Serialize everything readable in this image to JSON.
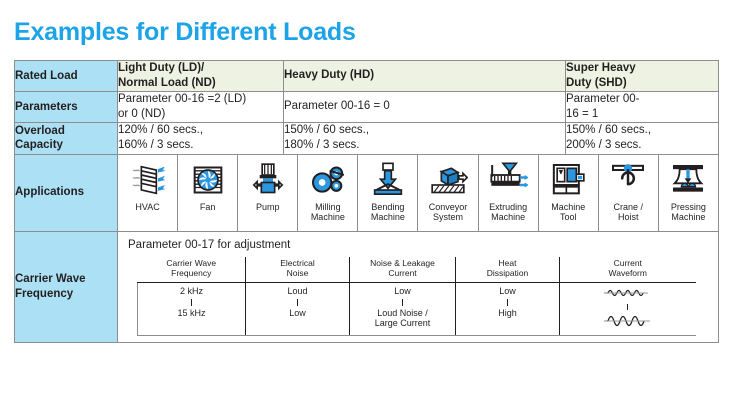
{
  "page": {
    "title": "Examples for Different Loads"
  },
  "colors": {
    "title_blue": "#1ca3e8",
    "label_blue": "#ace0f5",
    "header_cream": "#eef2e2",
    "icon_blue": "#2b97e0",
    "border": "#8d8d8d"
  },
  "table": {
    "columns": [
      {
        "label": "Rated Load"
      },
      {
        "label": "Light Duty (LD)/\nNormal Load (ND)"
      },
      {
        "label": "Heavy Duty (HD)"
      },
      {
        "label": "Super Heavy Duty (SHD)"
      }
    ],
    "header": {
      "row_label": "Rated Load",
      "ld_nd_line1": "Light Duty (LD)/",
      "ld_nd_line2": "Normal Load (ND)",
      "hd": "Heavy Duty (HD)",
      "shd_line1": "Super Heavy",
      "shd_line2": "Duty (SHD)"
    },
    "parameters": {
      "row_label": "Parameters",
      "ld_nd_line1": "Parameter 00-16 =2 (LD)",
      "ld_nd_line2": "or 0 (ND)",
      "hd": "Parameter 00-16 = 0",
      "shd_line1": "Parameter 00-",
      "shd_line2": "16 = 1"
    },
    "overload": {
      "row_label_line1": "Overload",
      "row_label_line2": "Capacity",
      "ld_nd_line1": "120% / 60 secs.,",
      "ld_nd_line2": "160% / 3 secs.",
      "hd_line1": "150% / 60 secs.,",
      "hd_line2": "180% / 3 secs.",
      "shd_line1": "150% / 60 secs.,",
      "shd_line2": "200% / 3 secs."
    },
    "applications": {
      "row_label": "Applications",
      "items": [
        {
          "icon": "hvac-icon",
          "caption_line1": "HVAC",
          "caption_line2": ""
        },
        {
          "icon": "fan-icon",
          "caption_line1": "Fan",
          "caption_line2": ""
        },
        {
          "icon": "pump-icon",
          "caption_line1": "Pump",
          "caption_line2": ""
        },
        {
          "icon": "milling-machine-icon",
          "caption_line1": "Milling",
          "caption_line2": "Machine"
        },
        {
          "icon": "bending-machine-icon",
          "caption_line1": "Bending",
          "caption_line2": "Machine"
        },
        {
          "icon": "conveyor-system-icon",
          "caption_line1": "Conveyor",
          "caption_line2": "System"
        },
        {
          "icon": "extruding-machine-icon",
          "caption_line1": "Extruding",
          "caption_line2": "Machine"
        },
        {
          "icon": "machine-tool-icon",
          "caption_line1": "Machine",
          "caption_line2": "Tool"
        },
        {
          "icon": "crane-hoist-icon",
          "caption_line1": "Crane /",
          "caption_line2": "Hoist"
        },
        {
          "icon": "pressing-machine-icon",
          "caption_line1": "Pressing",
          "caption_line2": "Machine"
        }
      ]
    },
    "carrier_wave": {
      "row_label_line1": "Carrier Wave",
      "row_label_line2": "Frequency",
      "note": "Parameter 00-17 for adjustment",
      "headers": [
        {
          "line1": "Carrier Wave",
          "line2": "Frequency"
        },
        {
          "line1": "Electrical",
          "line2": "Noise"
        },
        {
          "line1": "Noise & Leakage",
          "line2": "Current"
        },
        {
          "line1": "Heat",
          "line2": "Dissipation"
        },
        {
          "line1": "Current",
          "line2": "Waveform"
        }
      ],
      "values": [
        {
          "top": "2 kHz",
          "bottom": "15 kHz"
        },
        {
          "top": "Loud",
          "bottom": "Low"
        },
        {
          "top": "Low",
          "bottom_line1": "Loud Noise /",
          "bottom_line2": "Large Current"
        },
        {
          "top": "Low",
          "bottom": "High"
        },
        {
          "top": "waveform-low-amplitude-icon",
          "bottom": "waveform-high-amplitude-icon"
        }
      ]
    }
  }
}
